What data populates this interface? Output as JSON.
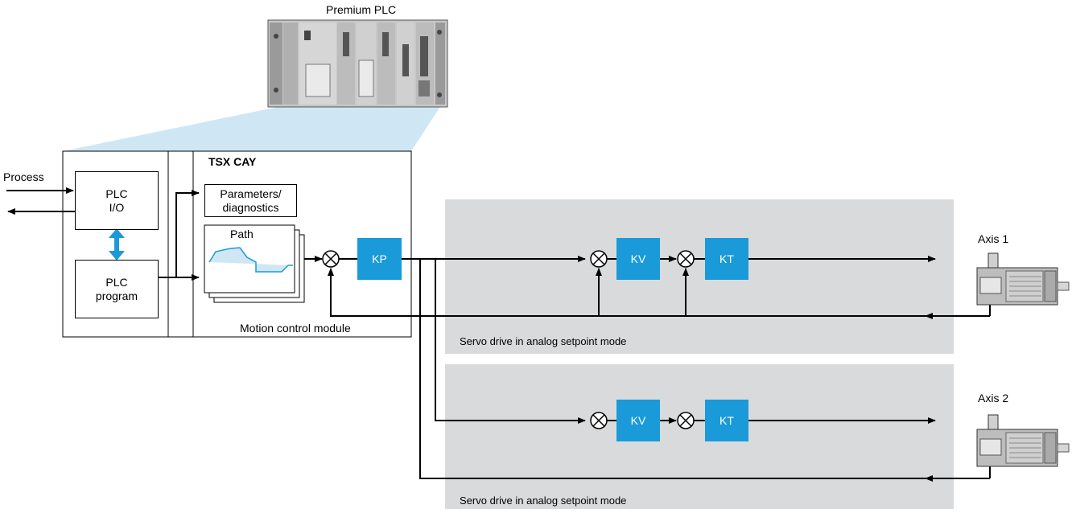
{
  "plc": {
    "title": "Premium PLC"
  },
  "process": {
    "label": "Process"
  },
  "plc_io": {
    "line1": "PLC",
    "line2": "I/O"
  },
  "plc_program": {
    "line1": "PLC",
    "line2": "program"
  },
  "module": {
    "title": "TSX CAY",
    "params_line1": "Parameters/",
    "params_line2": "diagnostics",
    "path": "Path",
    "caption": "Motion control module"
  },
  "gains": {
    "kp": "KP",
    "kv": "KV",
    "kt": "KT"
  },
  "servo": {
    "panel1_caption": "Servo drive in analog setpoint mode",
    "panel2_caption": "Servo drive in analog setpoint mode"
  },
  "axes": {
    "axis1": "Axis 1",
    "axis2": "Axis 2"
  },
  "colors": {
    "accent": "#1a9ad9",
    "panel": "#d9dadc",
    "highlight": "#cfe6f5"
  }
}
